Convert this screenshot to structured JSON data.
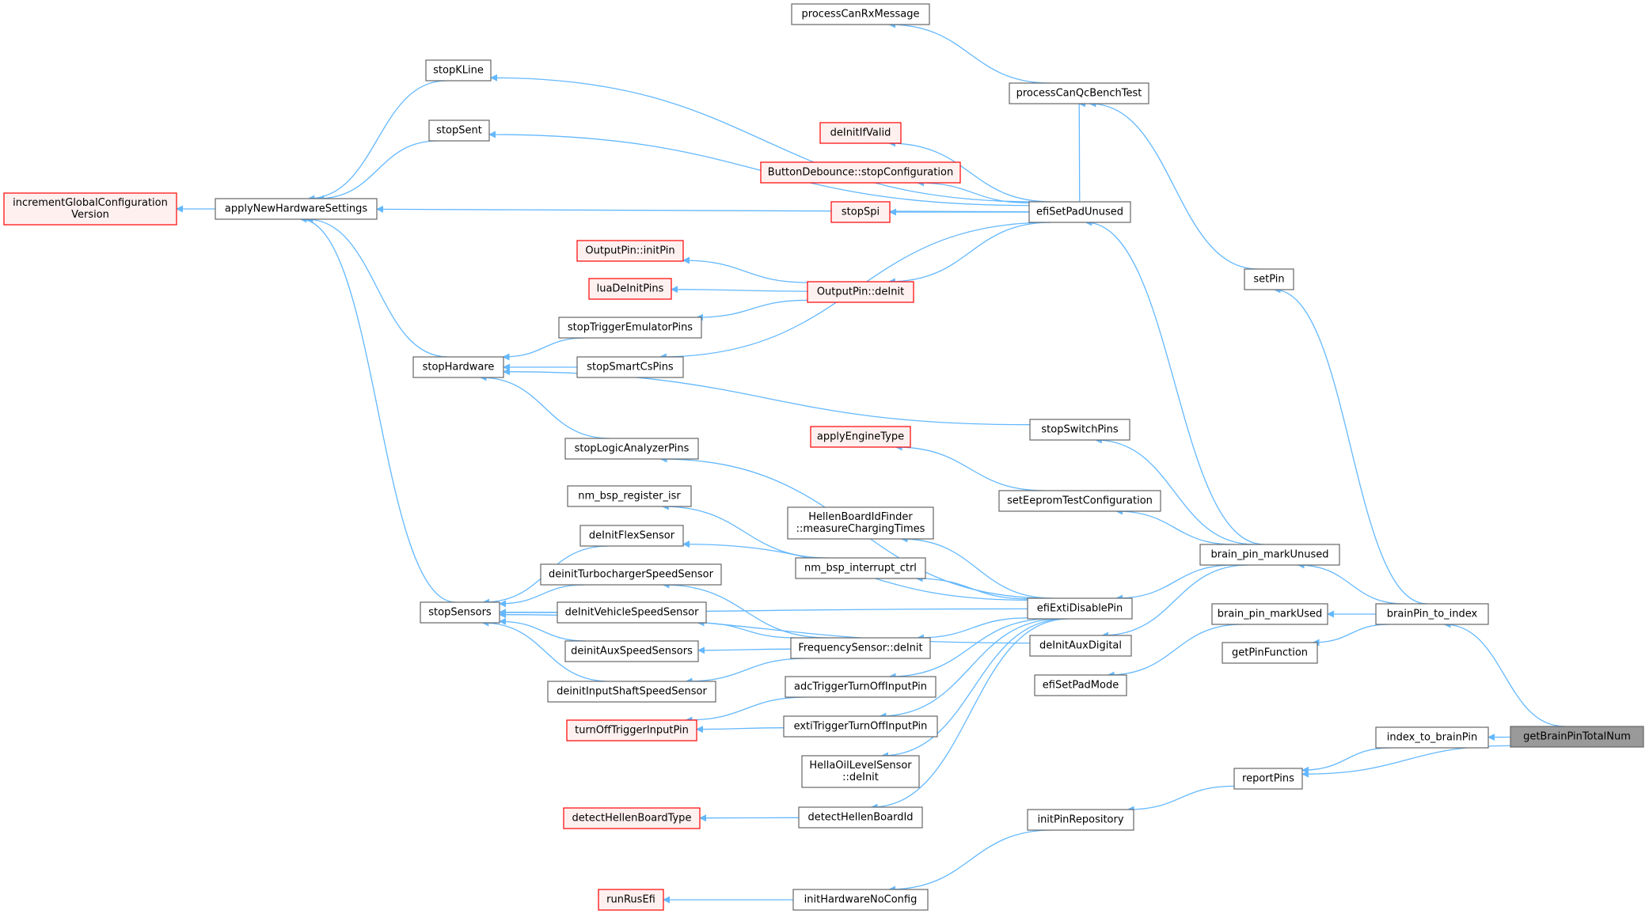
{
  "colors": {
    "edge": "#63b8ff",
    "node_border": "#666666",
    "node_fill": "#ffffff",
    "truncated_border": "#ff0000",
    "truncated_fill": "#fff0f0",
    "root_fill": "#999999",
    "text": "#000000"
  },
  "nodes": [
    {
      "id": "getBrainPinTotalNum",
      "lines": [
        "getBrainPinTotalNum"
      ],
      "style": "root"
    },
    {
      "id": "brainPin_to_index",
      "lines": [
        "brainPin_to_index"
      ],
      "style": "normal"
    },
    {
      "id": "index_to_brainPin",
      "lines": [
        "index_to_brainPin"
      ],
      "style": "normal"
    },
    {
      "id": "reportPins",
      "lines": [
        "reportPins"
      ],
      "style": "normal"
    },
    {
      "id": "setPin",
      "lines": [
        "setPin"
      ],
      "style": "normal"
    },
    {
      "id": "brain_pin_markUnused",
      "lines": [
        "brain_pin_markUnused"
      ],
      "style": "normal"
    },
    {
      "id": "brain_pin_markUsed",
      "lines": [
        "brain_pin_markUsed"
      ],
      "style": "normal"
    },
    {
      "id": "getPinFunction",
      "lines": [
        "getPinFunction"
      ],
      "style": "normal"
    },
    {
      "id": "initPinRepository",
      "lines": [
        "initPinRepository"
      ],
      "style": "normal"
    },
    {
      "id": "processCanQcBenchTest",
      "lines": [
        "processCanQcBenchTest"
      ],
      "style": "normal"
    },
    {
      "id": "processCanRxMessage",
      "lines": [
        "processCanRxMessage"
      ],
      "style": "normal"
    },
    {
      "id": "efiSetPadUnused",
      "lines": [
        "efiSetPadUnused"
      ],
      "style": "normal"
    },
    {
      "id": "stopSwitchPins",
      "lines": [
        "stopSwitchPins"
      ],
      "style": "normal"
    },
    {
      "id": "setEepromTestConfiguration",
      "lines": [
        "setEepromTestConfiguration"
      ],
      "style": "normal"
    },
    {
      "id": "efiExtiDisablePin",
      "lines": [
        "efiExtiDisablePin"
      ],
      "style": "normal"
    },
    {
      "id": "deInitAuxDigital",
      "lines": [
        "deInitAuxDigital"
      ],
      "style": "normal"
    },
    {
      "id": "efiSetPadMode",
      "lines": [
        "efiSetPadMode"
      ],
      "style": "normal"
    },
    {
      "id": "initHardwareNoConfig",
      "lines": [
        "initHardwareNoConfig"
      ],
      "style": "normal"
    },
    {
      "id": "runRusEfi",
      "lines": [
        "runRusEfi"
      ],
      "style": "truncated"
    },
    {
      "id": "stopKLine",
      "lines": [
        "stopKLine"
      ],
      "style": "normal"
    },
    {
      "id": "stopSent",
      "lines": [
        "stopSent"
      ],
      "style": "normal"
    },
    {
      "id": "deInitIfValid",
      "lines": [
        "deInitIfValid"
      ],
      "style": "truncated"
    },
    {
      "id": "ButtonDebounce_stopConfiguration",
      "lines": [
        "ButtonDebounce::stopConfiguration"
      ],
      "style": "truncated"
    },
    {
      "id": "stopSpi",
      "lines": [
        "stopSpi"
      ],
      "style": "truncated"
    },
    {
      "id": "applyNewHardwareSettings",
      "lines": [
        "applyNewHardwareSettings"
      ],
      "style": "normal"
    },
    {
      "id": "OutputPin_deInit",
      "lines": [
        "OutputPin::deInit"
      ],
      "style": "truncated"
    },
    {
      "id": "stopSmartCsPins",
      "lines": [
        "stopSmartCsPins"
      ],
      "style": "normal"
    },
    {
      "id": "OutputPin_initPin",
      "lines": [
        "OutputPin::initPin"
      ],
      "style": "truncated"
    },
    {
      "id": "luaDeInitPins",
      "lines": [
        "luaDeInitPins"
      ],
      "style": "truncated"
    },
    {
      "id": "stopTriggerEmulatorPins",
      "lines": [
        "stopTriggerEmulatorPins"
      ],
      "style": "normal"
    },
    {
      "id": "stopHardware",
      "lines": [
        "stopHardware"
      ],
      "style": "normal"
    },
    {
      "id": "incrementGlobalConfigurationVersion",
      "lines": [
        "incrementGlobalConfiguration",
        "Version"
      ],
      "style": "truncated"
    },
    {
      "id": "applyEngineType",
      "lines": [
        "applyEngineType"
      ],
      "style": "truncated"
    },
    {
      "id": "stopLogicAnalyzerPins",
      "lines": [
        "stopLogicAnalyzerPins"
      ],
      "style": "normal"
    },
    {
      "id": "HellenBoardIdFinder",
      "lines": [
        "HellenBoardIdFinder",
        "::measureChargingTimes"
      ],
      "style": "normal"
    },
    {
      "id": "nm_bsp_interrupt_ctrl",
      "lines": [
        "nm_bsp_interrupt_ctrl"
      ],
      "style": "normal"
    },
    {
      "id": "nm_bsp_register_isr",
      "lines": [
        "nm_bsp_register_isr"
      ],
      "style": "normal"
    },
    {
      "id": "FrequencySensor_deInit",
      "lines": [
        "FrequencySensor::deInit"
      ],
      "style": "normal"
    },
    {
      "id": "adcTriggerTurnOffInputPin",
      "lines": [
        "adcTriggerTurnOffInputPin"
      ],
      "style": "normal"
    },
    {
      "id": "extiTriggerTurnOffInputPin",
      "lines": [
        "extiTriggerTurnOffInputPin"
      ],
      "style": "normal"
    },
    {
      "id": "HellaOilLevelSensor_deInit",
      "lines": [
        "HellaOilLevelSensor",
        "::deInit"
      ],
      "style": "normal"
    },
    {
      "id": "detectHellenBoardId",
      "lines": [
        "detectHellenBoardId"
      ],
      "style": "normal"
    },
    {
      "id": "deInitFlexSensor",
      "lines": [
        "deInitFlexSensor"
      ],
      "style": "normal"
    },
    {
      "id": "deinitTurbochargerSpeedSensor",
      "lines": [
        "deinitTurbochargerSpeedSensor"
      ],
      "style": "normal"
    },
    {
      "id": "deInitVehicleSpeedSensor",
      "lines": [
        "deInitVehicleSpeedSensor"
      ],
      "style": "normal"
    },
    {
      "id": "deinitAuxSpeedSensors",
      "lines": [
        "deinitAuxSpeedSensors"
      ],
      "style": "normal"
    },
    {
      "id": "deinitInputShaftSpeedSensor",
      "lines": [
        "deinitInputShaftSpeedSensor"
      ],
      "style": "normal"
    },
    {
      "id": "turnOffTriggerInputPin",
      "lines": [
        "turnOffTriggerInputPin"
      ],
      "style": "truncated"
    },
    {
      "id": "detectHellenBoardType",
      "lines": [
        "detectHellenBoardType"
      ],
      "style": "truncated"
    },
    {
      "id": "stopSensors",
      "lines": [
        "stopSensors"
      ],
      "style": "normal"
    }
  ],
  "edges": [
    [
      "brainPin_to_index",
      "getBrainPinTotalNum"
    ],
    [
      "index_to_brainPin",
      "getBrainPinTotalNum"
    ],
    [
      "reportPins",
      "getBrainPinTotalNum"
    ],
    [
      "setPin",
      "brainPin_to_index"
    ],
    [
      "brain_pin_markUnused",
      "brainPin_to_index"
    ],
    [
      "brain_pin_markUsed",
      "brainPin_to_index"
    ],
    [
      "getPinFunction",
      "brainPin_to_index"
    ],
    [
      "reportPins",
      "index_to_brainPin"
    ],
    [
      "initPinRepository",
      "reportPins"
    ],
    [
      "processCanQcBenchTest",
      "setPin"
    ],
    [
      "efiSetPadUnused",
      "brain_pin_markUnused"
    ],
    [
      "stopSwitchPins",
      "brain_pin_markUnused"
    ],
    [
      "setEepromTestConfiguration",
      "brain_pin_markUnused"
    ],
    [
      "efiExtiDisablePin",
      "brain_pin_markUnused"
    ],
    [
      "deInitAuxDigital",
      "brain_pin_markUnused"
    ],
    [
      "efiSetPadMode",
      "brain_pin_markUsed"
    ],
    [
      "initHardwareNoConfig",
      "initPinRepository"
    ],
    [
      "processCanRxMessage",
      "processCanQcBenchTest"
    ],
    [
      "stopKLine",
      "efiSetPadUnused"
    ],
    [
      "stopSent",
      "efiSetPadUnused"
    ],
    [
      "deInitIfValid",
      "efiSetPadUnused"
    ],
    [
      "ButtonDebounce_stopConfiguration",
      "efiSetPadUnused"
    ],
    [
      "stopSpi",
      "efiSetPadUnused"
    ],
    [
      "applyNewHardwareSettings",
      "efiSetPadUnused"
    ],
    [
      "OutputPin_deInit",
      "efiSetPadUnused"
    ],
    [
      "stopSmartCsPins",
      "efiSetPadUnused"
    ],
    [
      "processCanQcBenchTest",
      "efiSetPadUnused"
    ],
    [
      "stopHardware",
      "stopSwitchPins"
    ],
    [
      "applyEngineType",
      "setEepromTestConfiguration"
    ],
    [
      "stopLogicAnalyzerPins",
      "efiExtiDisablePin"
    ],
    [
      "HellenBoardIdFinder",
      "efiExtiDisablePin"
    ],
    [
      "nm_bsp_interrupt_ctrl",
      "efiExtiDisablePin"
    ],
    [
      "deInitFlexSensor",
      "efiExtiDisablePin"
    ],
    [
      "FrequencySensor_deInit",
      "efiExtiDisablePin"
    ],
    [
      "adcTriggerTurnOffInputPin",
      "efiExtiDisablePin"
    ],
    [
      "extiTriggerTurnOffInputPin",
      "efiExtiDisablePin"
    ],
    [
      "HellaOilLevelSensor_deInit",
      "efiExtiDisablePin"
    ],
    [
      "detectHellenBoardId",
      "efiExtiDisablePin"
    ],
    [
      "stopSensors",
      "efiExtiDisablePin"
    ],
    [
      "stopSensors",
      "deInitAuxDigital"
    ],
    [
      "runRusEfi",
      "initHardwareNoConfig"
    ],
    [
      "applyNewHardwareSettings",
      "stopKLine"
    ],
    [
      "applyNewHardwareSettings",
      "stopSent"
    ],
    [
      "OutputPin_initPin",
      "OutputPin_deInit"
    ],
    [
      "luaDeInitPins",
      "OutputPin_deInit"
    ],
    [
      "stopTriggerEmulatorPins",
      "OutputPin_deInit"
    ],
    [
      "stopHardware",
      "stopSmartCsPins"
    ],
    [
      "stopHardware",
      "stopTriggerEmulatorPins"
    ],
    [
      "applyNewHardwareSettings",
      "stopHardware"
    ],
    [
      "applyNewHardwareSettings",
      "stopSensors"
    ],
    [
      "incrementGlobalConfigurationVersion",
      "applyNewHardwareSettings"
    ],
    [
      "stopHardware",
      "stopLogicAnalyzerPins"
    ],
    [
      "nm_bsp_register_isr",
      "nm_bsp_interrupt_ctrl"
    ],
    [
      "deinitTurbochargerSpeedSensor",
      "FrequencySensor_deInit"
    ],
    [
      "deInitVehicleSpeedSensor",
      "FrequencySensor_deInit"
    ],
    [
      "deinitAuxSpeedSensors",
      "FrequencySensor_deInit"
    ],
    [
      "deinitInputShaftSpeedSensor",
      "FrequencySensor_deInit"
    ],
    [
      "turnOffTriggerInputPin",
      "adcTriggerTurnOffInputPin"
    ],
    [
      "turnOffTriggerInputPin",
      "extiTriggerTurnOffInputPin"
    ],
    [
      "detectHellenBoardType",
      "detectHellenBoardId"
    ],
    [
      "stopSensors",
      "deInitFlexSensor"
    ],
    [
      "stopSensors",
      "deinitTurbochargerSpeedSensor"
    ],
    [
      "stopSensors",
      "deInitVehicleSpeedSensor"
    ],
    [
      "stopSensors",
      "deinitAuxSpeedSensors"
    ],
    [
      "stopSensors",
      "deinitInputShaftSpeedSensor"
    ]
  ]
}
